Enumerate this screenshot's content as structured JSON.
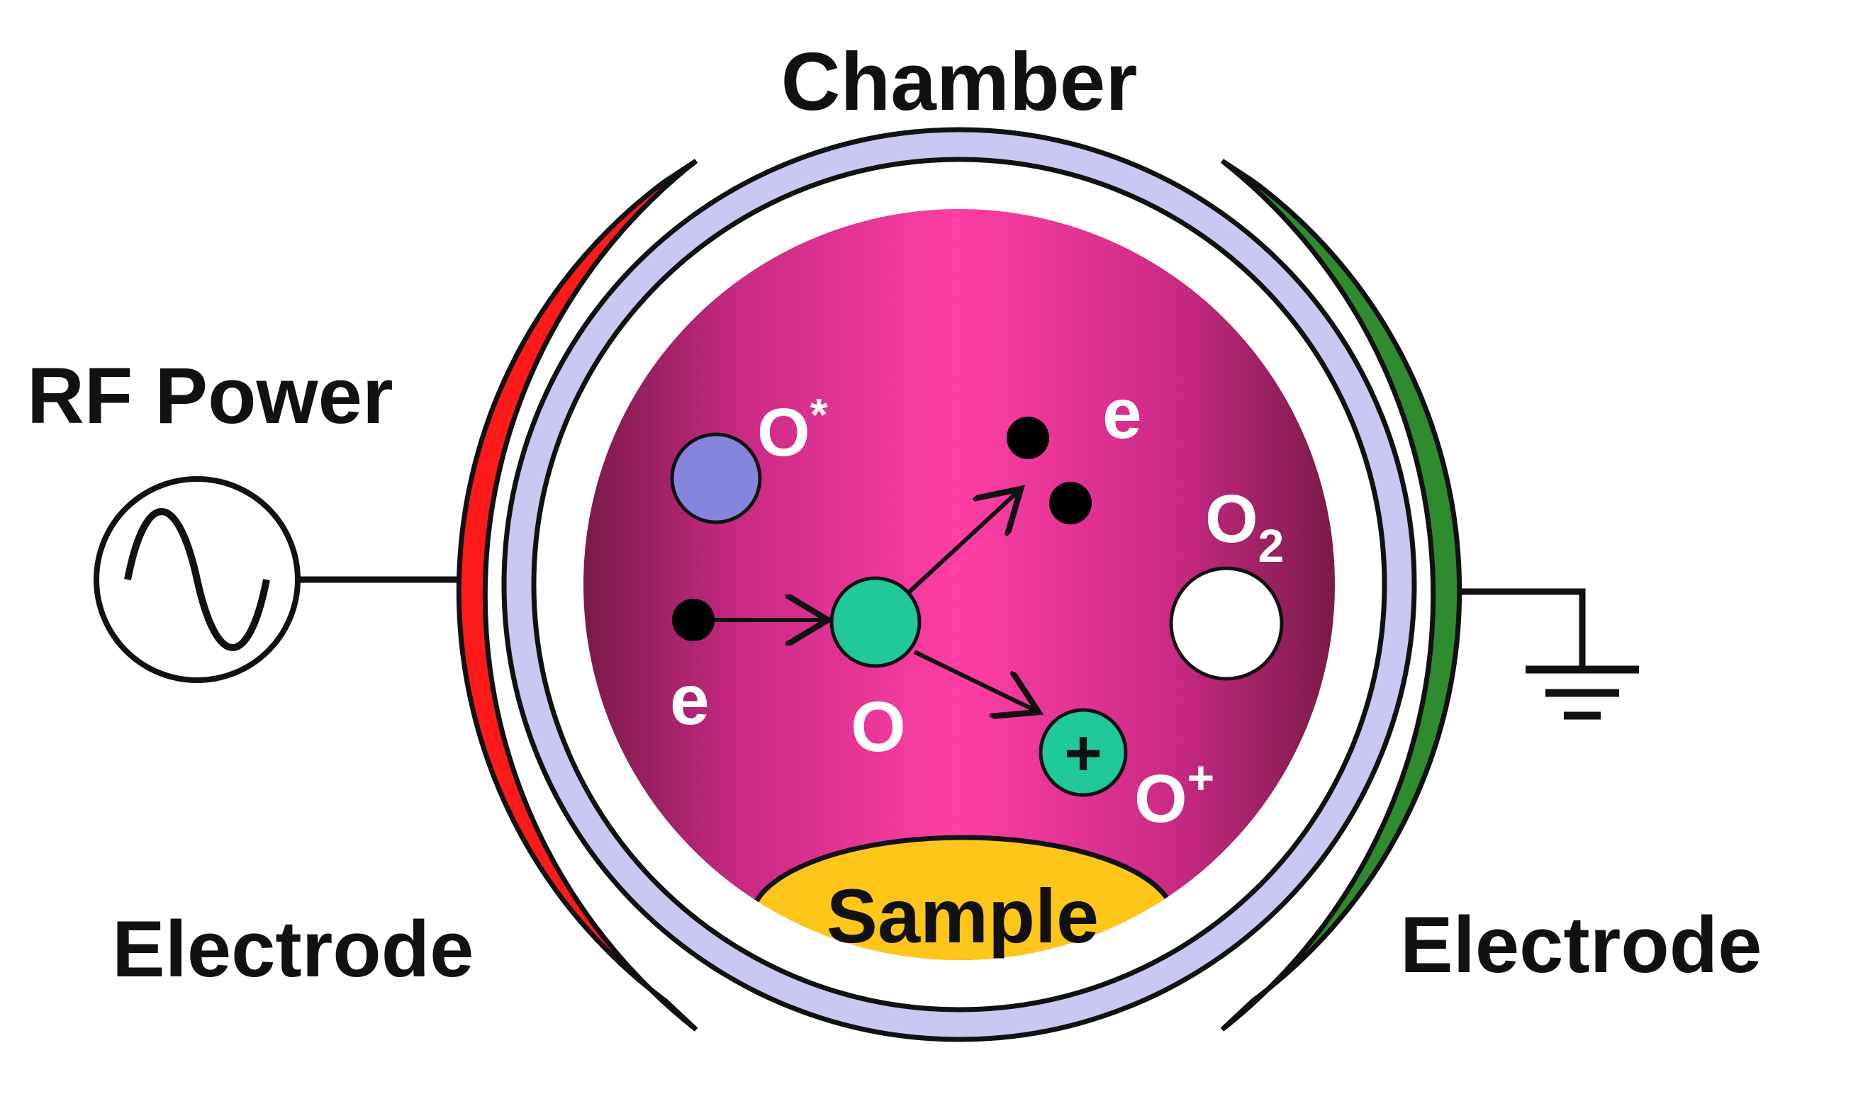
{
  "labels": {
    "chamber": "Chamber",
    "rf_power": "RF Power",
    "electrode_left": "Electrode",
    "electrode_right": "Electrode",
    "sample": "Sample"
  },
  "species": {
    "excited_oxygen": {
      "base": "O",
      "sup": "*"
    },
    "electron_top": "e",
    "molecular_oxygen": {
      "base": "O",
      "sub": "2"
    },
    "electron_left": "e",
    "atomic_oxygen": "O",
    "ion_charge": "+",
    "oxygen_ion": {
      "base": "O",
      "sup": "+"
    }
  },
  "colors": {
    "powered_electrode": "#ff1a1a",
    "ground_electrode": "#2e8b2e",
    "chamber_wall": "#c8c8f2",
    "plasma_edge": "#7a1a4a",
    "plasma_center": "#ff3fa5",
    "sample": "#ffc61a",
    "excited_oxygen": "#8585dd",
    "atomic_oxygen": "#1fc99a",
    "electron": "#000000"
  },
  "icons": {
    "rf_source": "ac-source-icon",
    "ground": "ground-icon"
  }
}
